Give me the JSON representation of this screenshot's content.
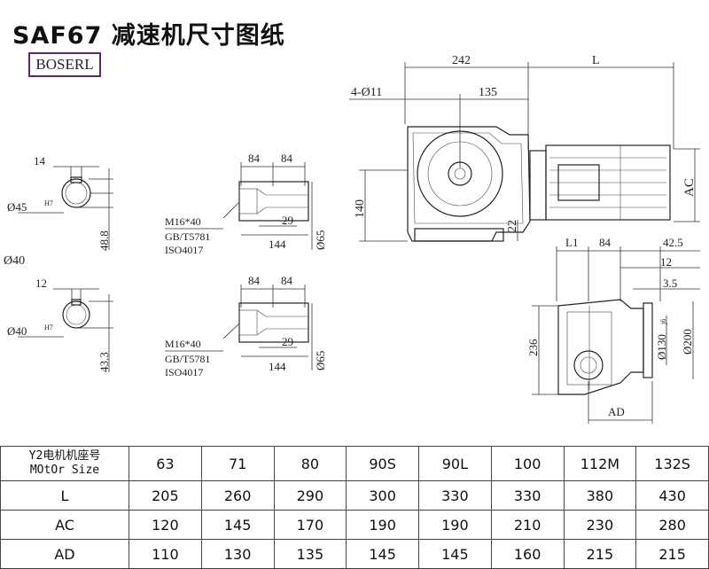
{
  "title": "SAF67 减速机尺寸图纸",
  "brand": "BOSERL",
  "drawing": {
    "shaft45": {
      "key_width": "14",
      "bore": "Ø45",
      "bore_tol": "H7",
      "depth": "48.8"
    },
    "label_d40": "Ø40",
    "shaft40": {
      "key_width": "12",
      "bore": "Ø40",
      "bore_tol": "H7",
      "depth": "43.3"
    },
    "end_view_a": {
      "dim_left": "84",
      "dim_right": "84",
      "bolt_spec": "M16*40",
      "std1": "GB/T5781",
      "std2": "ISO4017",
      "d29": "29",
      "d144": "144",
      "d65": "Ø65"
    },
    "end_view_b": {
      "dim_left": "84",
      "dim_right": "84",
      "bolt_spec": "M16*40",
      "std1": "GB/T5781",
      "std2": "ISO4017",
      "d29": "29",
      "d144": "144",
      "d65": "Ø65"
    },
    "front": {
      "d242": "242",
      "dL": "L",
      "holes": "4-Ø11",
      "d135": "135",
      "d140": "140",
      "d22": "22",
      "dAC": "AC"
    },
    "side": {
      "dL1": "L1",
      "d84": "84",
      "d42_5": "42.5",
      "d12": "12",
      "d3_5": "3.5",
      "d236": "236",
      "d130": "Ø130",
      "d130_tol": "j6",
      "d200": "Ø200",
      "dAD": "AD"
    }
  },
  "table": {
    "header_line1": "Y2电机机座号",
    "header_line2": "MOtOr Size",
    "sizes": [
      "63",
      "71",
      "80",
      "90S",
      "90L",
      "100",
      "112M",
      "132S"
    ],
    "rows": [
      {
        "label": "L",
        "values": [
          "205",
          "260",
          "290",
          "300",
          "330",
          "330",
          "380",
          "430"
        ]
      },
      {
        "label": "AC",
        "values": [
          "120",
          "145",
          "170",
          "190",
          "190",
          "210",
          "230",
          "280"
        ]
      },
      {
        "label": "AD",
        "values": [
          "110",
          "130",
          "135",
          "145",
          "145",
          "160",
          "215",
          "215"
        ]
      }
    ]
  }
}
